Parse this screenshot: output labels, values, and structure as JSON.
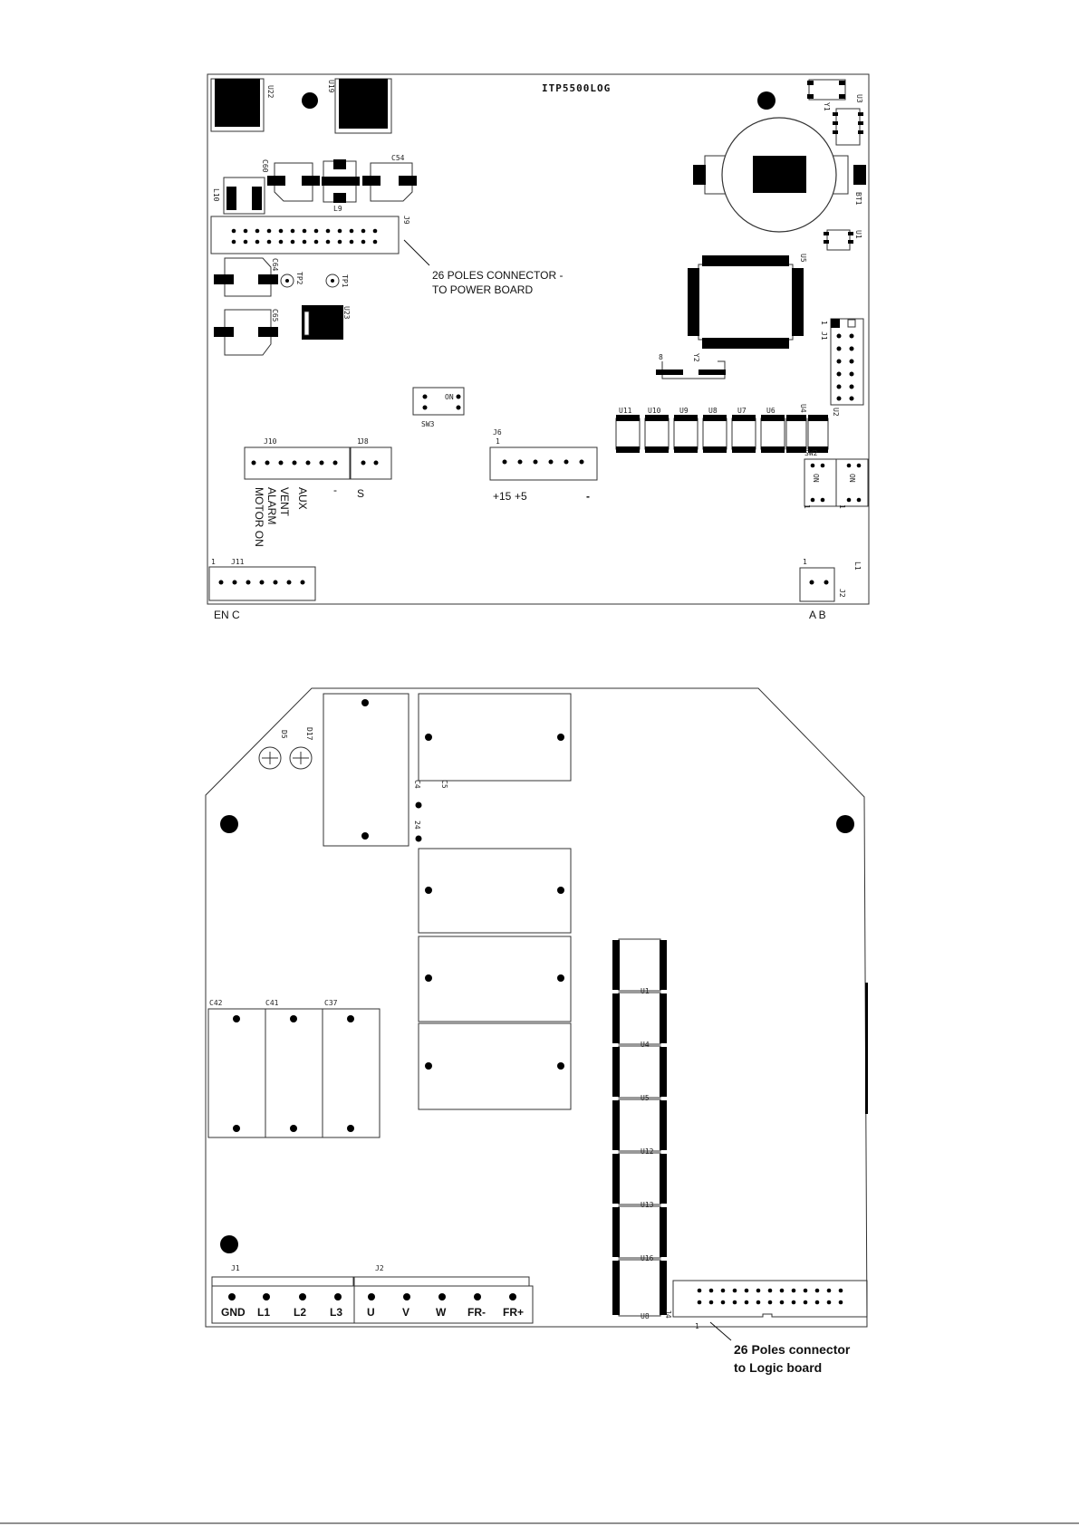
{
  "board_logic": {
    "title": "ITP5500LOG",
    "callout": {
      "line1": "26 POLES CONNECTOR -",
      "line2": "TO POWER BOARD"
    },
    "refs": {
      "u22": "U22",
      "u19": "U19",
      "u3": "U3",
      "y1": "Y1",
      "c60": "C60",
      "c54": "C54",
      "l10": "L10",
      "l9": "L9",
      "bt1": "BT1",
      "j9": "J9",
      "u1": "U1",
      "c64": "C64",
      "tp2": "TP2",
      "tp1": "TP1",
      "u5": "U5",
      "c65": "C65",
      "u23": "U23",
      "j1": "J1",
      "y2": "Y2",
      "sw3": "SW3",
      "on": "ON",
      "u11": "U11",
      "u10": "U10",
      "u9": "U9",
      "u8": "U8",
      "u7": "U7",
      "u6": "U6",
      "u4": "U4",
      "u2": "U2",
      "j10": "J10",
      "j8": "J8",
      "j6": "J6",
      "sw2": "SW2",
      "j11": "J11",
      "l1": "L1",
      "j2": "J2",
      "pin1": "1"
    },
    "j10_labels": [
      "MOTOR ON",
      "ALARM",
      "VENT",
      "AUX",
      "-"
    ],
    "j8_label": "S",
    "j6_labels": {
      "p15": "+15",
      "p5": "+5",
      "minus": "-"
    },
    "j11_label": "EN  C",
    "j2_label": "A  B"
  },
  "board_power": {
    "refs": {
      "d5": "D5",
      "d17": "D17",
      "c4": "C4",
      "c5": "C5",
      "n24": "24",
      "c42": "C42",
      "c41": "C41",
      "c37": "C37",
      "u1": "U1",
      "u4": "U4",
      "u5": "U5",
      "u12": "U12",
      "u13": "U13",
      "u16": "U16",
      "u8": "U8",
      "j1": "J1",
      "j2": "J2",
      "j4": "J4",
      "pin1": "1"
    },
    "j1_terminals": [
      "GND",
      "L1",
      "L2",
      "L3"
    ],
    "j2_terminals": [
      "U",
      "V",
      "W",
      "FR-",
      "FR+"
    ],
    "callout": {
      "line1": "26 Poles connector",
      "line2": "to Logic board"
    }
  }
}
